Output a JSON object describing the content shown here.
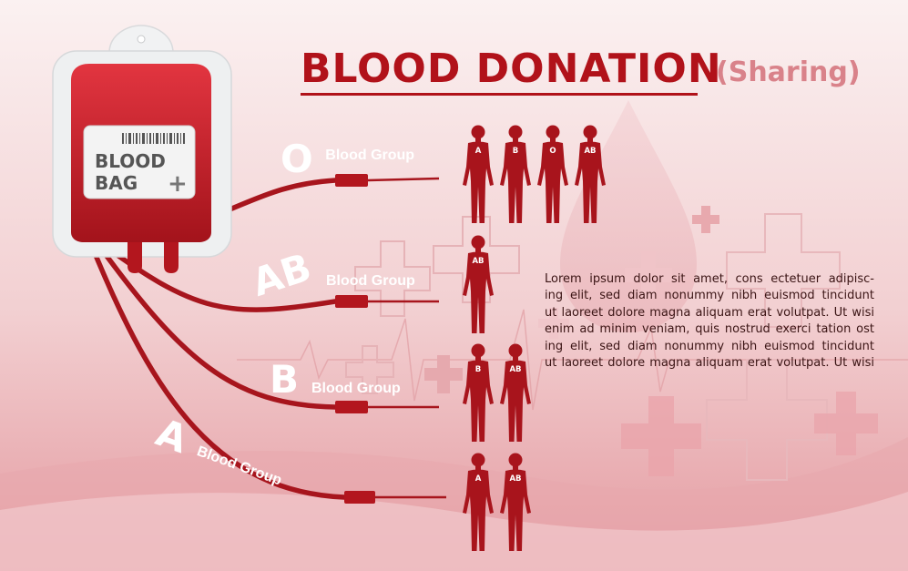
{
  "header": {
    "title": "BLOOD DONATION",
    "subtitle": "(Sharing)"
  },
  "bag": {
    "label_line1": "BLOOD",
    "label_line2": "BAG",
    "plus": "+"
  },
  "groups": [
    {
      "letter": "O",
      "word": "Blood Group",
      "recipients": [
        "A",
        "B",
        "O",
        "AB"
      ]
    },
    {
      "letter": "AB",
      "word": "Blood Group",
      "recipients": [
        "AB"
      ]
    },
    {
      "letter": "B",
      "word": "Blood Group",
      "recipients": [
        "B",
        "AB"
      ]
    },
    {
      "letter": "A",
      "word": "Blood Group",
      "recipients": [
        "A",
        "AB"
      ]
    }
  ],
  "paragraph": [
    "Lorem ipsum dolor sit amet, cons ectetuer adipisc-",
    "ing elit, sed diam nonummy nibh euismod tincidunt",
    "ut laoreet dolore magna aliquam erat volutpat. Ut wisi",
    "enim ad minim veniam, quis nostrud exerci tation ost",
    "ing elit, sed diam nonummy nibh euismod tincidunt",
    "ut laoreet dolore magna aliquam erat volutpat. Ut wisi"
  ],
  "colors": {
    "primary_red": "#b1121a",
    "tube_red": "#a7151d",
    "figure_red": "#a8141c",
    "subtitle_pink": "#d9828a",
    "background": "#f6dede"
  }
}
